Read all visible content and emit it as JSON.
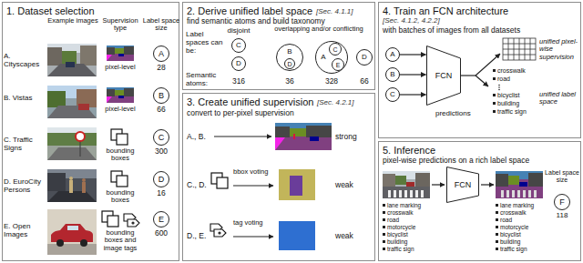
{
  "diagram": {
    "nodes": [
      {
        "text": [
          "1. Dataset selection"
        ]
      },
      {
        "text": [
          "A",
          "28"
        ],
        "in": 0
      },
      {
        "text": [
          "B",
          "66"
        ],
        "in": 0
      },
      {
        "text": [
          "C",
          "300"
        ],
        "in": 0
      },
      {
        "text": [
          "D",
          "16"
        ],
        "in": 0
      },
      {
        "text": [
          "E",
          "600"
        ],
        "in": 0
      },
      {
        "text": [
          "2. Derive unified label space",
          "[Sec. 4.1.1]",
          "find semantic atoms and build taxonomy"
        ]
      },
      {
        "text": [
          "C"
        ],
        "in": 6
      },
      {
        "text": [
          "D"
        ],
        "in": 6
      },
      {
        "text": [
          "B"
        ],
        "in": 6
      },
      {
        "text": [
          "D"
        ],
        "in": 9
      },
      {
        "text": [
          "A"
        ],
        "in": 6
      },
      {
        "text": [
          "C"
        ],
        "in": 11
      },
      {
        "text": [
          "E"
        ],
        "in": 11
      },
      {
        "text": [
          "D"
        ],
        "in": 6
      },
      {
        "text": [
          "3. Create unified supervision",
          "[Sec. 4.2.1]",
          "convert to per-pixel supervision"
        ]
      },
      {
        "text": [
          "4. Train an FCN architecture",
          "[Sec. 4.1.2, 4.2.2]",
          "with batches of images from all datasets"
        ]
      },
      {
        "text": [
          "A"
        ],
        "in": 16
      },
      {
        "text": [
          "B"
        ],
        "in": 16
      },
      {
        "text": [
          "C"
        ],
        "in": 16
      },
      {
        "text": [
          "FCN"
        ],
        "in": 16
      },
      {
        "text": [
          "5. Inference",
          "pixel-wise predictions on a rich label space"
        ]
      },
      {
        "text": [
          "FCN"
        ],
        "in": 21
      },
      {
        "text": [
          "F",
          "118"
        ],
        "in": 21
      }
    ],
    "edges": [
      {
        "from": 17,
        "to": 20,
        "arrow": "to"
      },
      {
        "from": 18,
        "to": 20,
        "arrow": "to"
      },
      {
        "from": 19,
        "to": 20,
        "arrow": "to"
      }
    ],
    "labels": [
      "Example images",
      "Supervision type",
      "Label space size",
      "A. Cityscapes",
      "pixel-level",
      "B. Vistas",
      "pixel-level",
      "C. Traffic Signs",
      "bounding boxes",
      "D. EuroCity Persons",
      "bounding boxes",
      "E. Open Images",
      "bounding boxes and image tags",
      "Label spaces can be:",
      "disjoint",
      "overlapping and/or conflicting",
      "Semantic atoms:",
      "316",
      "36",
      "328",
      "66",
      "A., B.",
      "strong",
      "C., D.",
      "bbox voting",
      "weak",
      "D., E.",
      "tag voting",
      "weak",
      "predictions",
      "unified pixel-wise supervision",
      "crosswalk",
      "road",
      "bicyclist",
      "building",
      "traffic sign",
      "unified label space",
      "lane marking",
      "crosswalk",
      "road",
      "motorcycle",
      "bicyclist",
      "building",
      "traffic sign",
      "lane marking",
      "crosswalk",
      "road",
      "motorcycle",
      "bicyclist",
      "building",
      "traffic sign",
      "Label space size"
    ]
  }
}
